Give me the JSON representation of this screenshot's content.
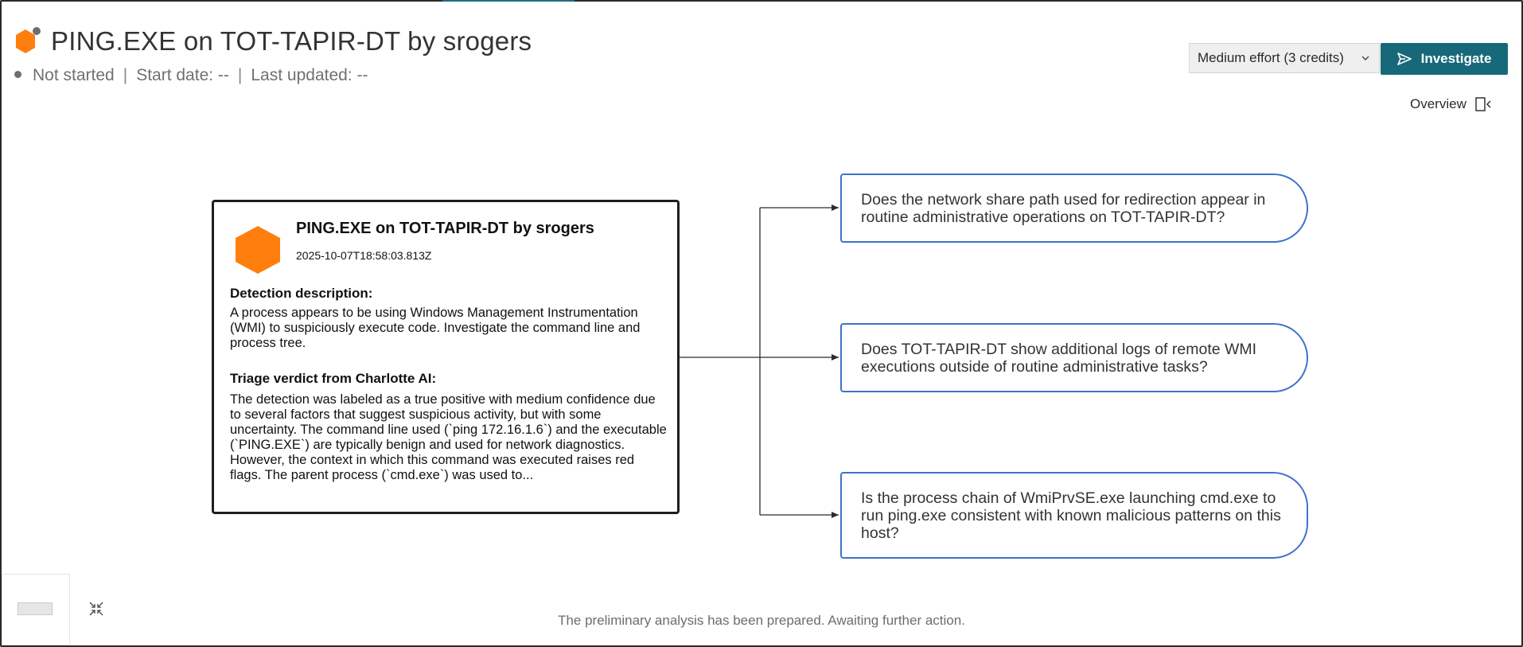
{
  "header": {
    "title": "PING.EXE on TOT-TAPIR-DT by srogers",
    "status": "Not started",
    "start_date": "Start date: --",
    "last_updated": "Last updated: --",
    "separator": "|"
  },
  "toolbar": {
    "effort_select": "Medium effort (3 credits)",
    "investigate_label": "Investigate",
    "overview_label": "Overview"
  },
  "detection_card": {
    "title": "PING.EXE on TOT-TAPIR-DT by srogers",
    "timestamp": "2025-10-07T18:58:03.813Z",
    "description_heading": "Detection description:",
    "description_text": "A process appears to be using Windows Management Instrumentation (WMI) to suspiciously execute code. Investigate the command line and process tree.",
    "verdict_heading": "Triage verdict from Charlotte AI:",
    "verdict_text": "The detection was labeled as a true positive with medium confidence due to several factors that suggest suspicious activity, but with some uncertainty. The command line used (`ping 172.16.1.6`) and the executable (`PING.EXE`) are typically benign and used for network diagnostics. However, the context in which this command was executed raises red flags. The parent process (`cmd.exe`) was used to..."
  },
  "questions": [
    "Does the network share path used for redirection appear in routine administrative operations on TOT-TAPIR-DT?",
    "Does TOT-TAPIR-DT show additional logs of remote WMI executions outside of routine administrative tasks?",
    "Is the process chain of WmiPrvSE.exe launching cmd.exe to run ping.exe consistent with known malicious patterns on this host?"
  ],
  "footer": {
    "message": "The preliminary analysis has been prepared. Awaiting further action."
  },
  "colors": {
    "accent": "#17697a",
    "detection_orange": "#ff7f0e",
    "node_border": "#3f72c9"
  }
}
